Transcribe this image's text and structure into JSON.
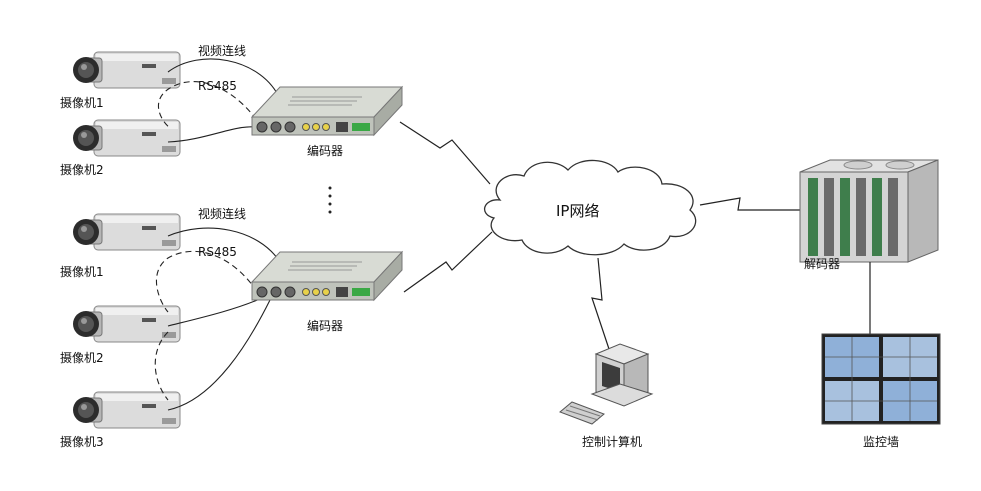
{
  "diagram": {
    "labels": {
      "video_link": "视频连线",
      "rs485": "RS485",
      "camera_1": "摄像机1",
      "camera_2": "摄像机2",
      "camera_3": "摄像机3",
      "encoder": "编码器",
      "network": "IP网络",
      "decoder": "解码器",
      "pc": "控制计算机",
      "video_wall": "监控墙"
    },
    "colors": {
      "camera_body": "#d9d9d9",
      "camera_dark": "#3a3a3a",
      "encoder_body": "#c8ccc4",
      "cloud_stroke": "#333333",
      "line": "#222222",
      "wall_screen": "#8fb0d8"
    },
    "nodes": {
      "camera": "camera-icon",
      "encoder": "encoder-icon",
      "cloud": "cloud-icon",
      "decoder": "decoder-rack-icon",
      "pc": "computer-icon",
      "wall": "monitor-wall-icon"
    }
  }
}
